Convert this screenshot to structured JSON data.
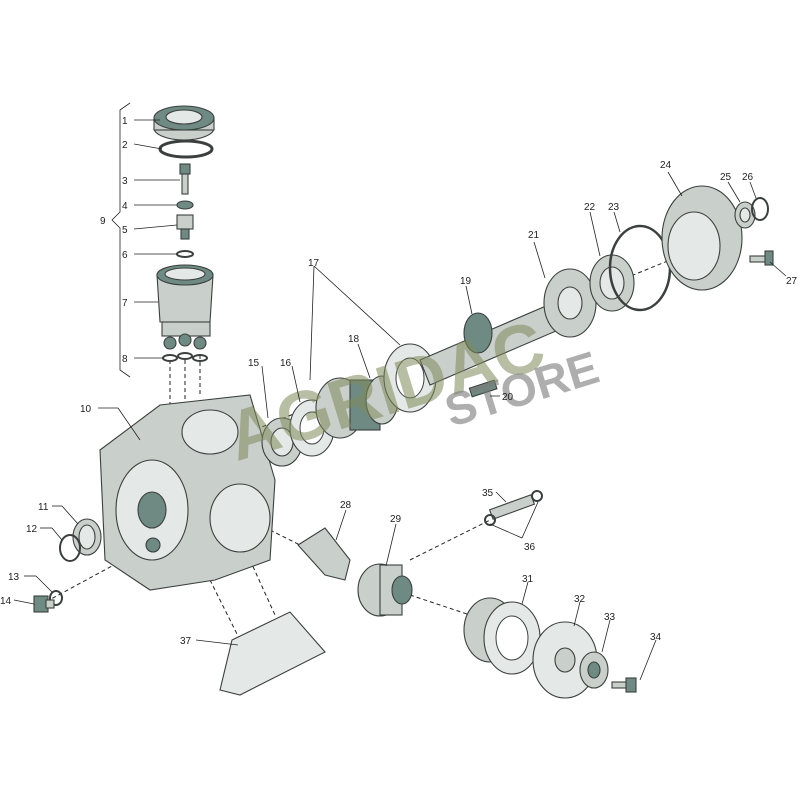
{
  "callouts": {
    "p1": "1",
    "p2": "2",
    "p3": "3",
    "p4": "4",
    "p5": "5",
    "p6": "6",
    "p7": "7",
    "p8": "8",
    "p9": "9",
    "p10": "10",
    "p11": "11",
    "p12": "12",
    "p13": "13",
    "p14": "14",
    "p15": "15",
    "p16": "16",
    "p17": "17",
    "p18": "18",
    "p19": "19",
    "p20": "20",
    "p21": "21",
    "p22": "22",
    "p23": "23",
    "p24": "24",
    "p25": "25",
    "p26": "26",
    "p27": "27",
    "p28": "28",
    "p29": "29",
    "p31": "31",
    "p32": "32",
    "p33": "33",
    "p34": "34",
    "p35": "35",
    "p36": "36",
    "p37": "37"
  },
  "watermark": {
    "brand": "AGRIDAC",
    "sub": "STORE"
  }
}
